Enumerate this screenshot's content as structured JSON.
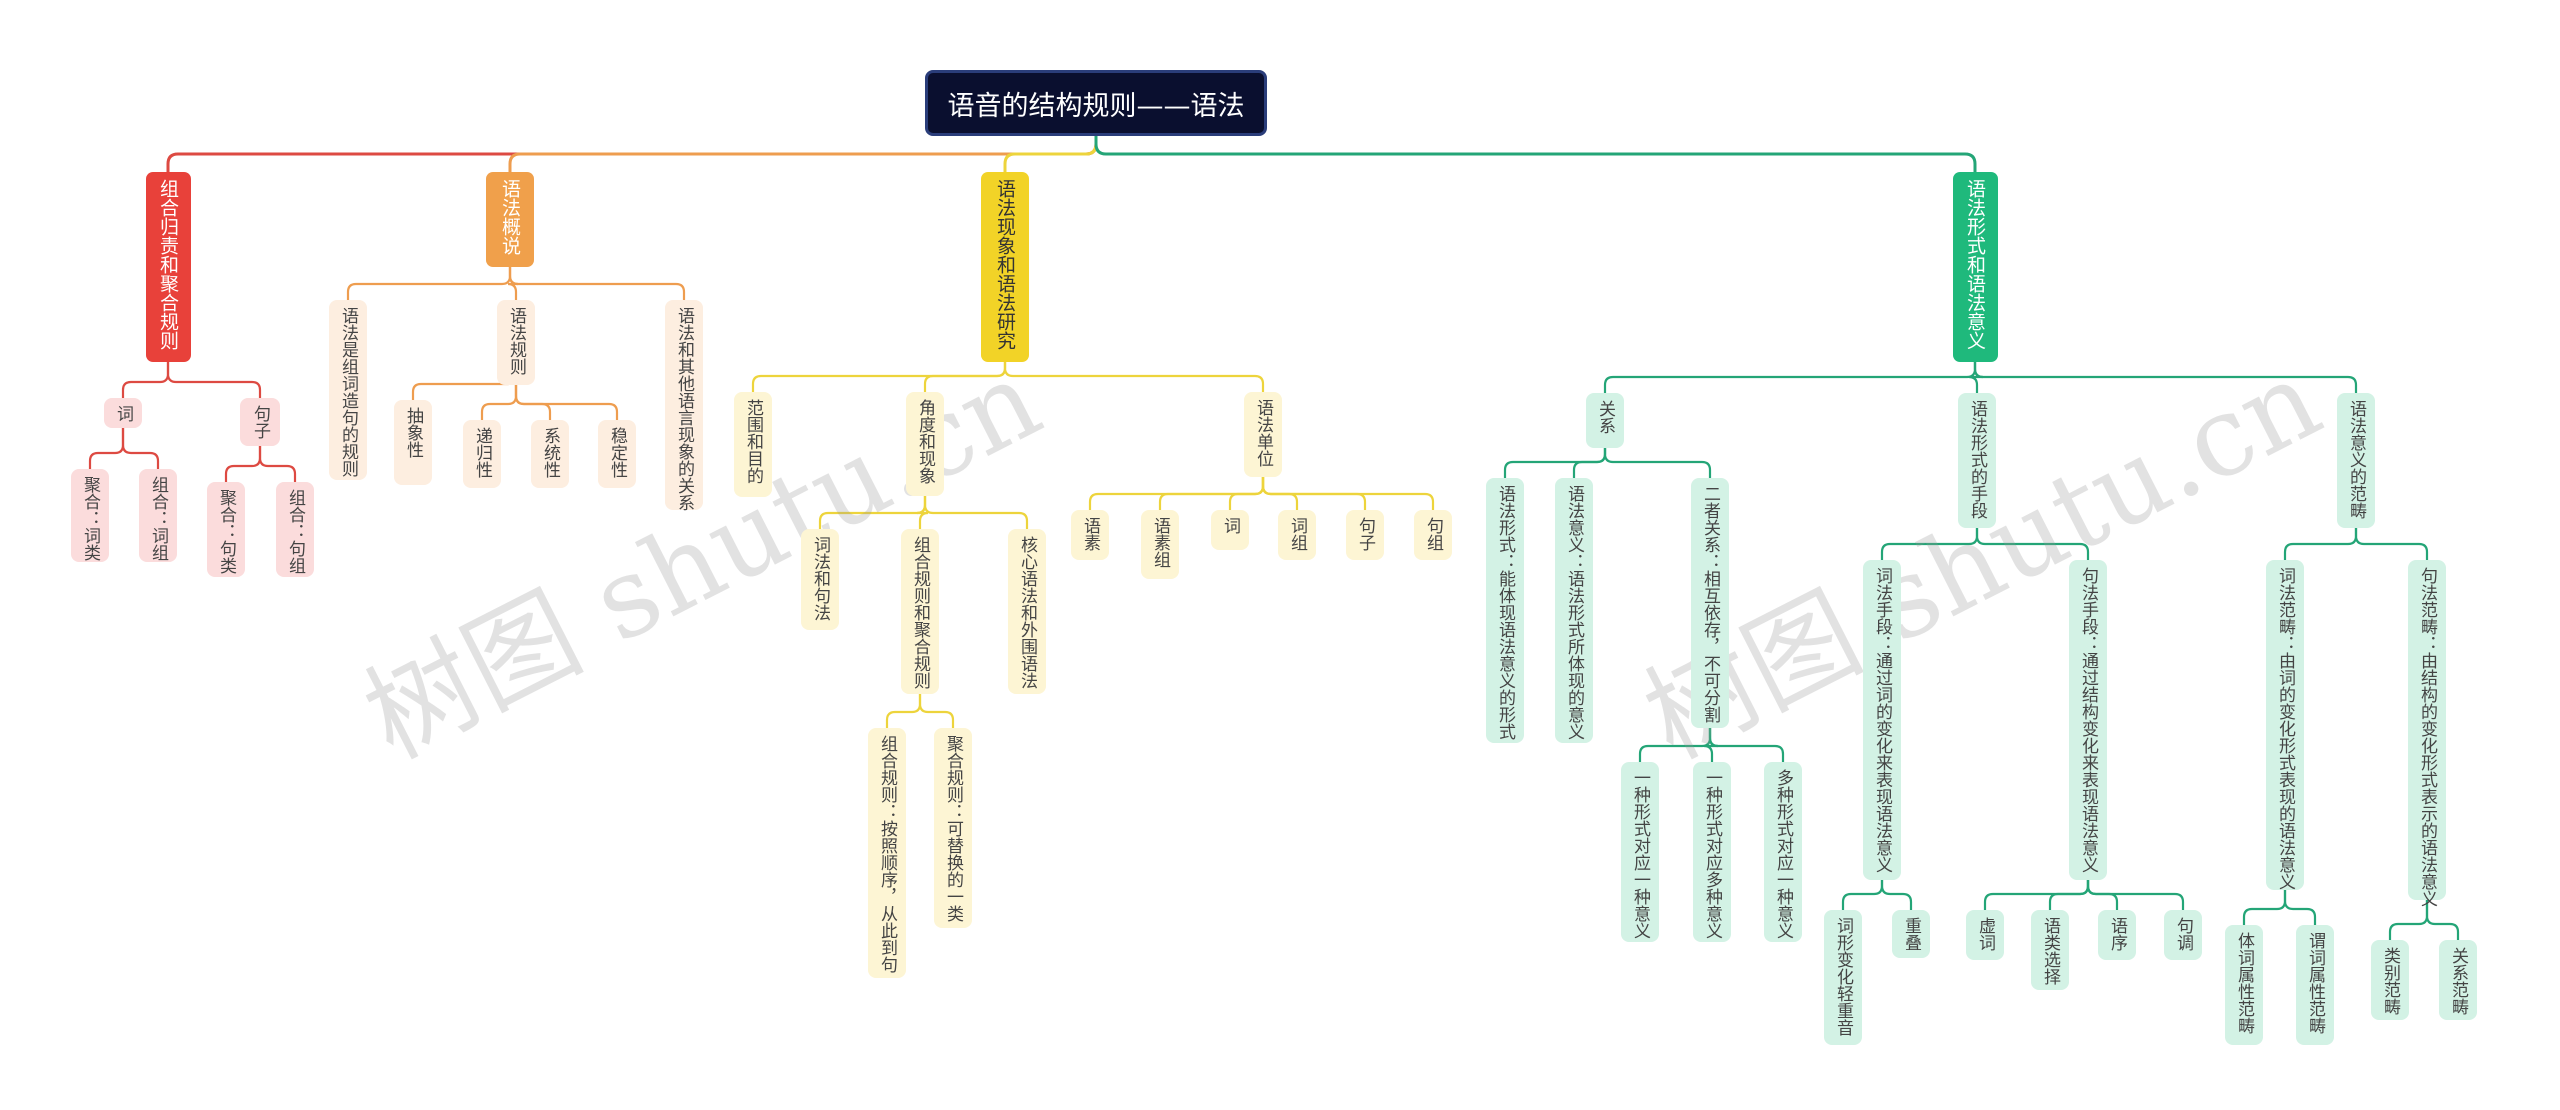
{
  "title": "语音的结构规则——语法",
  "watermark": "树图 shutu.cn",
  "colors": {
    "red": {
      "main": "#e8413a",
      "line": "#dd4a42",
      "leaf": "#fbdcdc",
      "text": "#444444"
    },
    "orange": {
      "main": "#f0a04b",
      "line": "#ee9d4f",
      "leaf": "#fdeee0",
      "text": "#444444"
    },
    "yellow": {
      "main": "#f2d327",
      "line": "#edd43c",
      "leaf": "#fdf5d4",
      "text": "#444444"
    },
    "green": {
      "main": "#1fb97c",
      "line": "#24a577",
      "leaf": "#d3f2e5",
      "text": "#444444"
    }
  },
  "nodes": [
    {
      "id": "b1",
      "label": "组合归责和聚合规则",
      "c": "red",
      "main": true
    },
    {
      "id": "b1a",
      "label": "词",
      "c": "red",
      "p": "b1"
    },
    {
      "id": "b1a1",
      "label": "聚合：词类",
      "c": "red",
      "p": "b1a"
    },
    {
      "id": "b1a2",
      "label": "组合：词组",
      "c": "red",
      "p": "b1a"
    },
    {
      "id": "b1b",
      "label": "句子",
      "c": "red",
      "p": "b1"
    },
    {
      "id": "b1b1",
      "label": "聚合：句类",
      "c": "red",
      "p": "b1b"
    },
    {
      "id": "b1b2",
      "label": "组合：句组",
      "c": "red",
      "p": "b1b"
    },
    {
      "id": "b2",
      "label": "语法概说",
      "c": "orange",
      "main": true
    },
    {
      "id": "b2a",
      "label": "语法是组词造句的规则",
      "c": "orange",
      "p": "b2"
    },
    {
      "id": "b2b",
      "label": "语法规则",
      "c": "orange",
      "p": "b2"
    },
    {
      "id": "b2b1",
      "label": "抽象性",
      "c": "orange",
      "p": "b2b"
    },
    {
      "id": "b2b2",
      "label": "递归性",
      "c": "orange",
      "p": "b2b"
    },
    {
      "id": "b2b3",
      "label": "系统性",
      "c": "orange",
      "p": "b2b"
    },
    {
      "id": "b2b4",
      "label": "稳定性",
      "c": "orange",
      "p": "b2b"
    },
    {
      "id": "b2c",
      "label": "语法和其他语言现象的关系",
      "c": "orange",
      "p": "b2"
    },
    {
      "id": "b3",
      "label": "语法现象和语法研究",
      "c": "yellow",
      "main": true
    },
    {
      "id": "b3a",
      "label": "范围和目的",
      "c": "yellow",
      "p": "b3"
    },
    {
      "id": "b3b",
      "label": "角度和现象",
      "c": "yellow",
      "p": "b3"
    },
    {
      "id": "b3b1",
      "label": "词法和句法",
      "c": "yellow",
      "p": "b3b"
    },
    {
      "id": "b3b2",
      "label": "组合规则和聚合规则",
      "c": "yellow",
      "p": "b3b"
    },
    {
      "id": "b3b2a",
      "label": "组合规则：按照顺序，从此到句",
      "c": "yellow",
      "p": "b3b2"
    },
    {
      "id": "b3b2b",
      "label": "聚合规则：可替换的一类",
      "c": "yellow",
      "p": "b3b2"
    },
    {
      "id": "b3b3",
      "label": "核心语法和外围语法",
      "c": "yellow",
      "p": "b3b"
    },
    {
      "id": "b3c",
      "label": "语法单位",
      "c": "yellow",
      "p": "b3"
    },
    {
      "id": "b3c1",
      "label": "语素",
      "c": "yellow",
      "p": "b3c"
    },
    {
      "id": "b3c2",
      "label": "语素组",
      "c": "yellow",
      "p": "b3c"
    },
    {
      "id": "b3c3",
      "label": "词",
      "c": "yellow",
      "p": "b3c"
    },
    {
      "id": "b3c4",
      "label": "词组",
      "c": "yellow",
      "p": "b3c"
    },
    {
      "id": "b3c5",
      "label": "句子",
      "c": "yellow",
      "p": "b3c"
    },
    {
      "id": "b3c6",
      "label": "句组",
      "c": "yellow",
      "p": "b3c"
    },
    {
      "id": "b4",
      "label": "语法形式和语法意义",
      "c": "green",
      "main": true
    },
    {
      "id": "b4a",
      "label": "关系",
      "c": "green",
      "p": "b4"
    },
    {
      "id": "b4a1",
      "label": "语法形式：能体现语法意义的形式",
      "c": "green",
      "p": "b4a"
    },
    {
      "id": "b4a2",
      "label": "语法意义：语法形式所体现的意义",
      "c": "green",
      "p": "b4a"
    },
    {
      "id": "b4a3",
      "label": "二者关系：相互依存，不可分割",
      "c": "green",
      "p": "b4a"
    },
    {
      "id": "b4a3a",
      "label": "一种形式对应一种意义",
      "c": "green",
      "p": "b4a3"
    },
    {
      "id": "b4a3b",
      "label": "一种形式对应多种意义",
      "c": "green",
      "p": "b4a3"
    },
    {
      "id": "b4a3c",
      "label": "多种形式对应一种意义",
      "c": "green",
      "p": "b4a3"
    },
    {
      "id": "b4b",
      "label": "语法形式的手段",
      "c": "green",
      "p": "b4"
    },
    {
      "id": "b4b1",
      "label": "词法手段：通过词的变化来表现语法意义",
      "c": "green",
      "p": "b4b"
    },
    {
      "id": "b4b1a",
      "label": "词形变化轻重音",
      "c": "green",
      "p": "b4b1"
    },
    {
      "id": "b4b1b",
      "label": "重叠",
      "c": "green",
      "p": "b4b1"
    },
    {
      "id": "b4b2",
      "label": "句法手段：通过结构变化来表现语法意义",
      "c": "green",
      "p": "b4b"
    },
    {
      "id": "b4b2a",
      "label": "虚词",
      "c": "green",
      "p": "b4b2"
    },
    {
      "id": "b4b2b",
      "label": "语类选择",
      "c": "green",
      "p": "b4b2"
    },
    {
      "id": "b4b2c",
      "label": "语序",
      "c": "green",
      "p": "b4b2"
    },
    {
      "id": "b4b2d",
      "label": "句调",
      "c": "green",
      "p": "b4b2"
    },
    {
      "id": "b4c",
      "label": "语法意义的范畴",
      "c": "green",
      "p": "b4"
    },
    {
      "id": "b4c1",
      "label": "词法范畴：由词的变化形式表现的语法意义",
      "c": "green",
      "p": "b4c"
    },
    {
      "id": "b4c1a",
      "label": "体词属性范畴",
      "c": "green",
      "p": "b4c1"
    },
    {
      "id": "b4c1b",
      "label": "谓词属性范畴",
      "c": "green",
      "p": "b4c1"
    },
    {
      "id": "b4c2",
      "label": "句法范畴：由结构的变化形式表示的语法意义",
      "c": "green",
      "p": "b4c"
    },
    {
      "id": "b4c2a",
      "label": "类别范畴",
      "c": "green",
      "p": "b4c2"
    },
    {
      "id": "b4c2b",
      "label": "关系范畴",
      "c": "green",
      "p": "b4c2"
    }
  ]
}
